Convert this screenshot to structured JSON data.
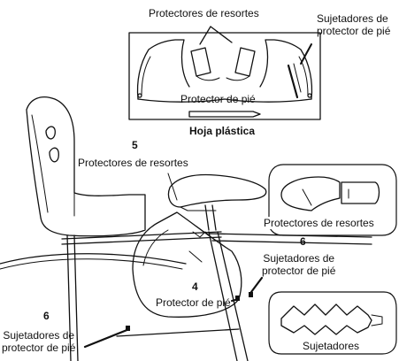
{
  "labels": {
    "top_spring_protectors": "Protectores de resortes",
    "top_fasteners": "Sujetadores de\nprotector de pié",
    "top_foot_protector": "Protector de pié",
    "plastic_sheet": "Hoja plástica",
    "step5_number": "5",
    "step5_label": "Protectores de resortes",
    "inset_spring_protectors": "Protectores de resortes",
    "step6_right_number": "6",
    "step6_right_label": "Sujetadores de\nprotector de pié",
    "step4_number": "4",
    "step4_label": "Protector de pié",
    "step6_left_number": "6",
    "step6_left_label": "Sujetadores de\nprotector de pié",
    "inset_fasteners": "Sujetadores"
  },
  "colors": {
    "line": "#111111",
    "background": "#ffffff"
  }
}
